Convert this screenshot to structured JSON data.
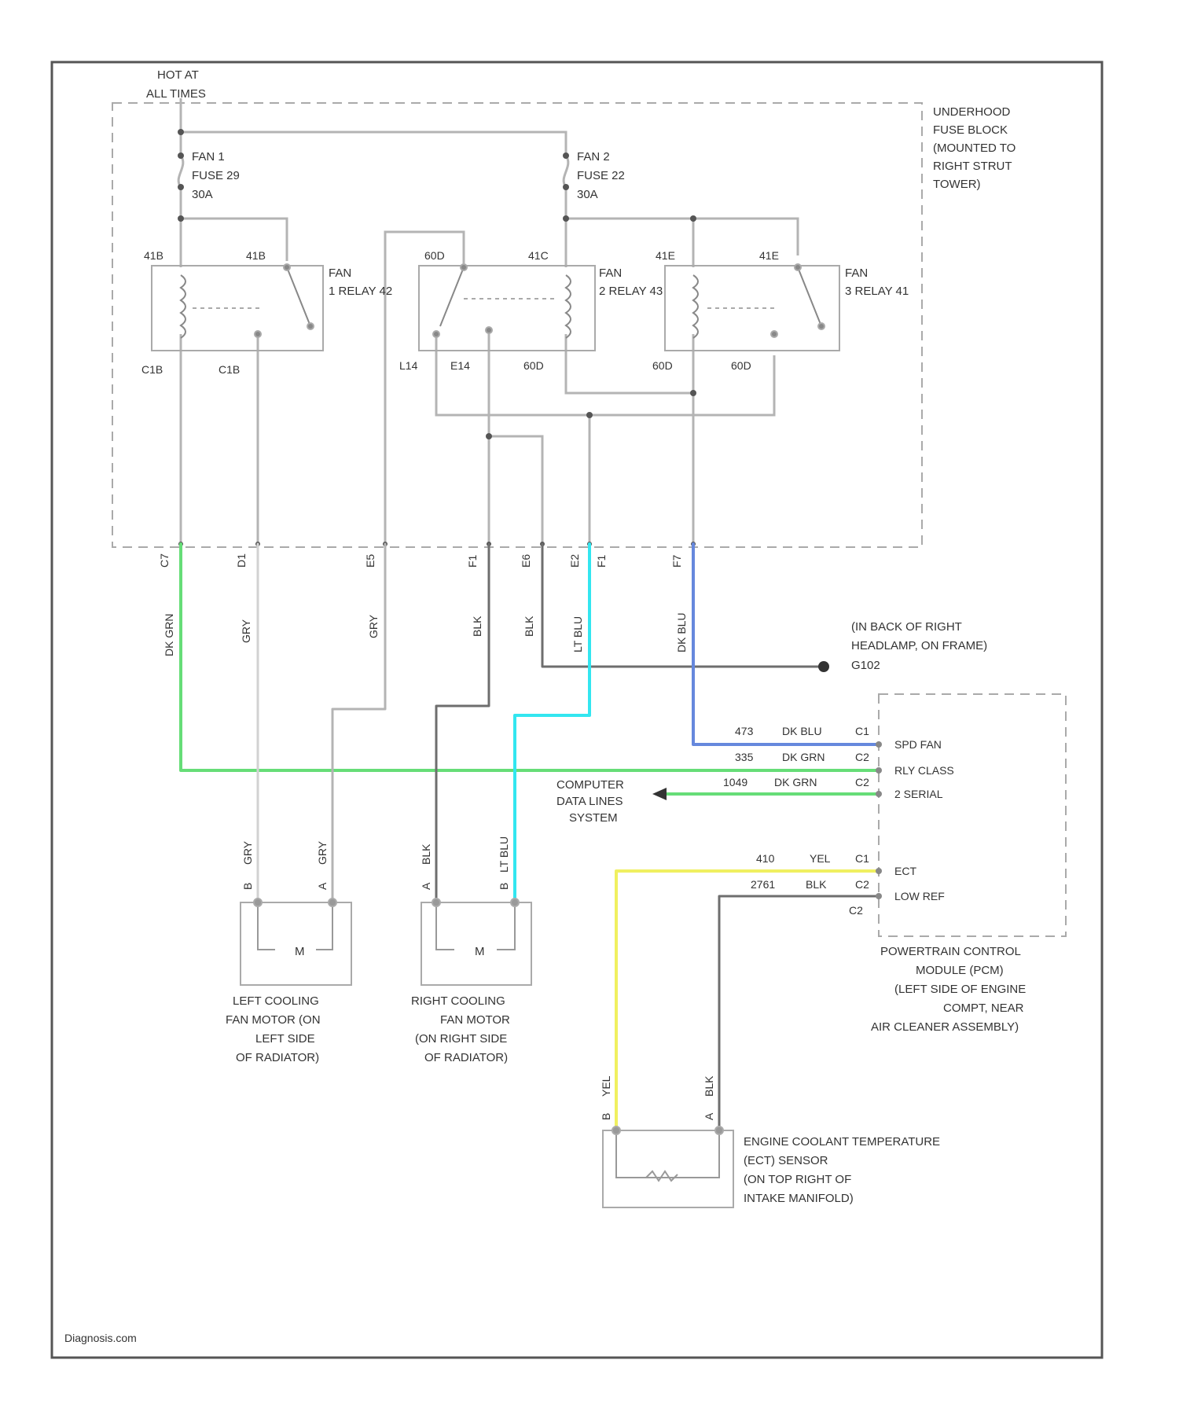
{
  "labels": {
    "hot": [
      "HOT AT",
      "ALL TIMES"
    ],
    "fuse_block": [
      "UNDERHOOD",
      "FUSE BLOCK",
      "(MOUNTED TO",
      "RIGHT STRUT",
      "TOWER)"
    ],
    "fuse1": [
      "FAN 1",
      "FUSE 29",
      "30A"
    ],
    "fuse2": [
      "FAN 2",
      "FUSE 22",
      "30A"
    ],
    "relay1_name": [
      "FAN",
      "1 RELAY 42"
    ],
    "relay2_name": [
      "FAN",
      "2 RELAY 43"
    ],
    "relay3_name": [
      "FAN",
      "3 RELAY 41"
    ],
    "relay_pins": [
      "41B",
      "41B",
      "60D",
      "41C",
      "41E",
      "41E",
      "C1B",
      "C1B",
      "L14",
      "E14",
      "60D",
      "60D",
      "60D"
    ],
    "conn_pins": [
      "C7",
      "D1",
      "E5",
      "F1",
      "E6",
      "E2",
      "F7",
      "F1"
    ],
    "wires": [
      "DK GRN",
      "GRY",
      "GRY",
      "BLK",
      "BLK",
      "LT BLU",
      "DK BLU"
    ],
    "ground": [
      "(IN BACK OF RIGHT",
      "HEADLAMP, ON FRAME)",
      "G102"
    ],
    "pcm_circuits": [
      "473",
      "335",
      "1049",
      "410",
      "2761"
    ],
    "pcm_wires": [
      "DK BLU",
      "DK GRN",
      "DK GRN",
      "YEL",
      "BLK"
    ],
    "pcm_pins": [
      "C1",
      "C2",
      "C2",
      "C1",
      "C2",
      "C2"
    ],
    "pcm_signals": [
      "SPD FAN",
      "RLY CLASS",
      "2 SERIAL",
      "ECT",
      "LOW REF"
    ],
    "cdl": [
      "COMPUTER",
      "DATA LINES",
      "SYSTEM"
    ],
    "pcm": [
      "POWERTRAIN CONTROL",
      "MODULE (PCM)",
      "(LEFT SIDE OF ENGINE",
      "COMPT, NEAR",
      "AIR CLEANER ASSEMBLY)"
    ],
    "motor_wires": [
      "GRY",
      "GRY",
      "BLK",
      "LT BLU"
    ],
    "motor_pins": [
      "B",
      "A",
      "A",
      "B"
    ],
    "motor_symbol": "M",
    "left_motor": [
      "LEFT COOLING",
      "FAN MOTOR (ON",
      "LEFT SIDE",
      "OF RADIATOR)"
    ],
    "right_motor": [
      "RIGHT COOLING",
      "FAN MOTOR",
      "(ON RIGHT SIDE",
      "OF RADIATOR)"
    ],
    "ect_wires": [
      "YEL",
      "BLK"
    ],
    "ect_pins": [
      "B",
      "A"
    ],
    "ect": [
      "ENGINE COOLANT TEMPERATURE",
      "(ECT) SENSOR",
      "(ON TOP RIGHT OF",
      "INTAKE MANIFOLD)"
    ],
    "watermark": "Diagnosis.com"
  },
  "colors": {
    "frame": "#555555",
    "wire_gray": "#b4b4b4",
    "wire_dark": "#6e6e6e",
    "wire_green": "#66dd77",
    "wire_blue": "#6688dd",
    "wire_cyan": "#33e6f0",
    "wire_yellow": "#f0f060"
  }
}
